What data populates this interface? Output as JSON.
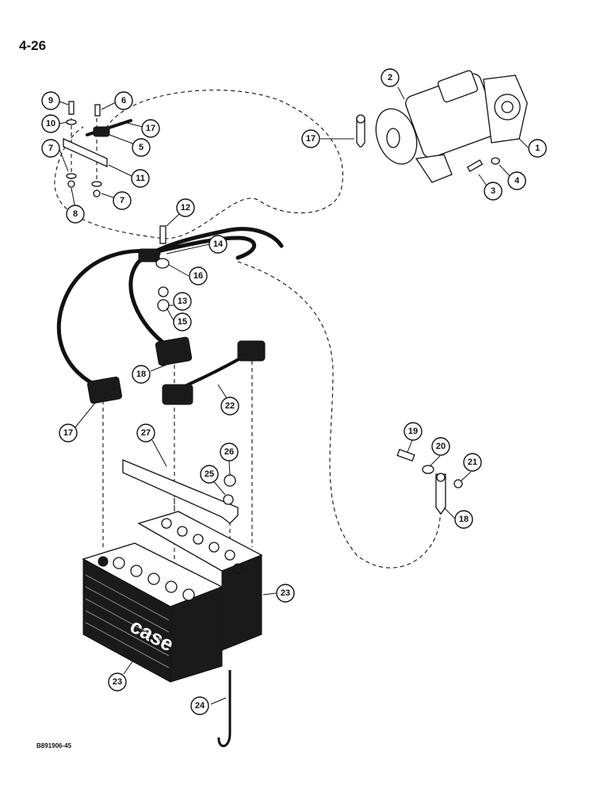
{
  "page": {
    "number": "4-26",
    "drawing_code": "B891906-45"
  },
  "battery": {
    "logo_text": "case"
  },
  "callouts": [
    {
      "id": "1",
      "label": "1"
    },
    {
      "id": "2",
      "label": "2"
    },
    {
      "id": "3",
      "label": "3"
    },
    {
      "id": "4",
      "label": "4"
    },
    {
      "id": "5",
      "label": "5"
    },
    {
      "id": "6",
      "label": "6"
    },
    {
      "id": "7a",
      "label": "7"
    },
    {
      "id": "7b",
      "label": "7"
    },
    {
      "id": "8",
      "label": "8"
    },
    {
      "id": "9",
      "label": "9"
    },
    {
      "id": "10",
      "label": "10"
    },
    {
      "id": "11",
      "label": "11"
    },
    {
      "id": "12",
      "label": "12"
    },
    {
      "id": "13",
      "label": "13"
    },
    {
      "id": "14",
      "label": "14"
    },
    {
      "id": "15",
      "label": "15"
    },
    {
      "id": "16",
      "label": "16"
    },
    {
      "id": "17a",
      "label": "17"
    },
    {
      "id": "17b",
      "label": "17"
    },
    {
      "id": "17c",
      "label": "17"
    },
    {
      "id": "18a",
      "label": "18"
    },
    {
      "id": "18b",
      "label": "18"
    },
    {
      "id": "19",
      "label": "19"
    },
    {
      "id": "20",
      "label": "20"
    },
    {
      "id": "21",
      "label": "21"
    },
    {
      "id": "22",
      "label": "22"
    },
    {
      "id": "23a",
      "label": "23"
    },
    {
      "id": "23b",
      "label": "23"
    },
    {
      "id": "24",
      "label": "24"
    },
    {
      "id": "25",
      "label": "25"
    },
    {
      "id": "26",
      "label": "26"
    },
    {
      "id": "27",
      "label": "27"
    }
  ]
}
